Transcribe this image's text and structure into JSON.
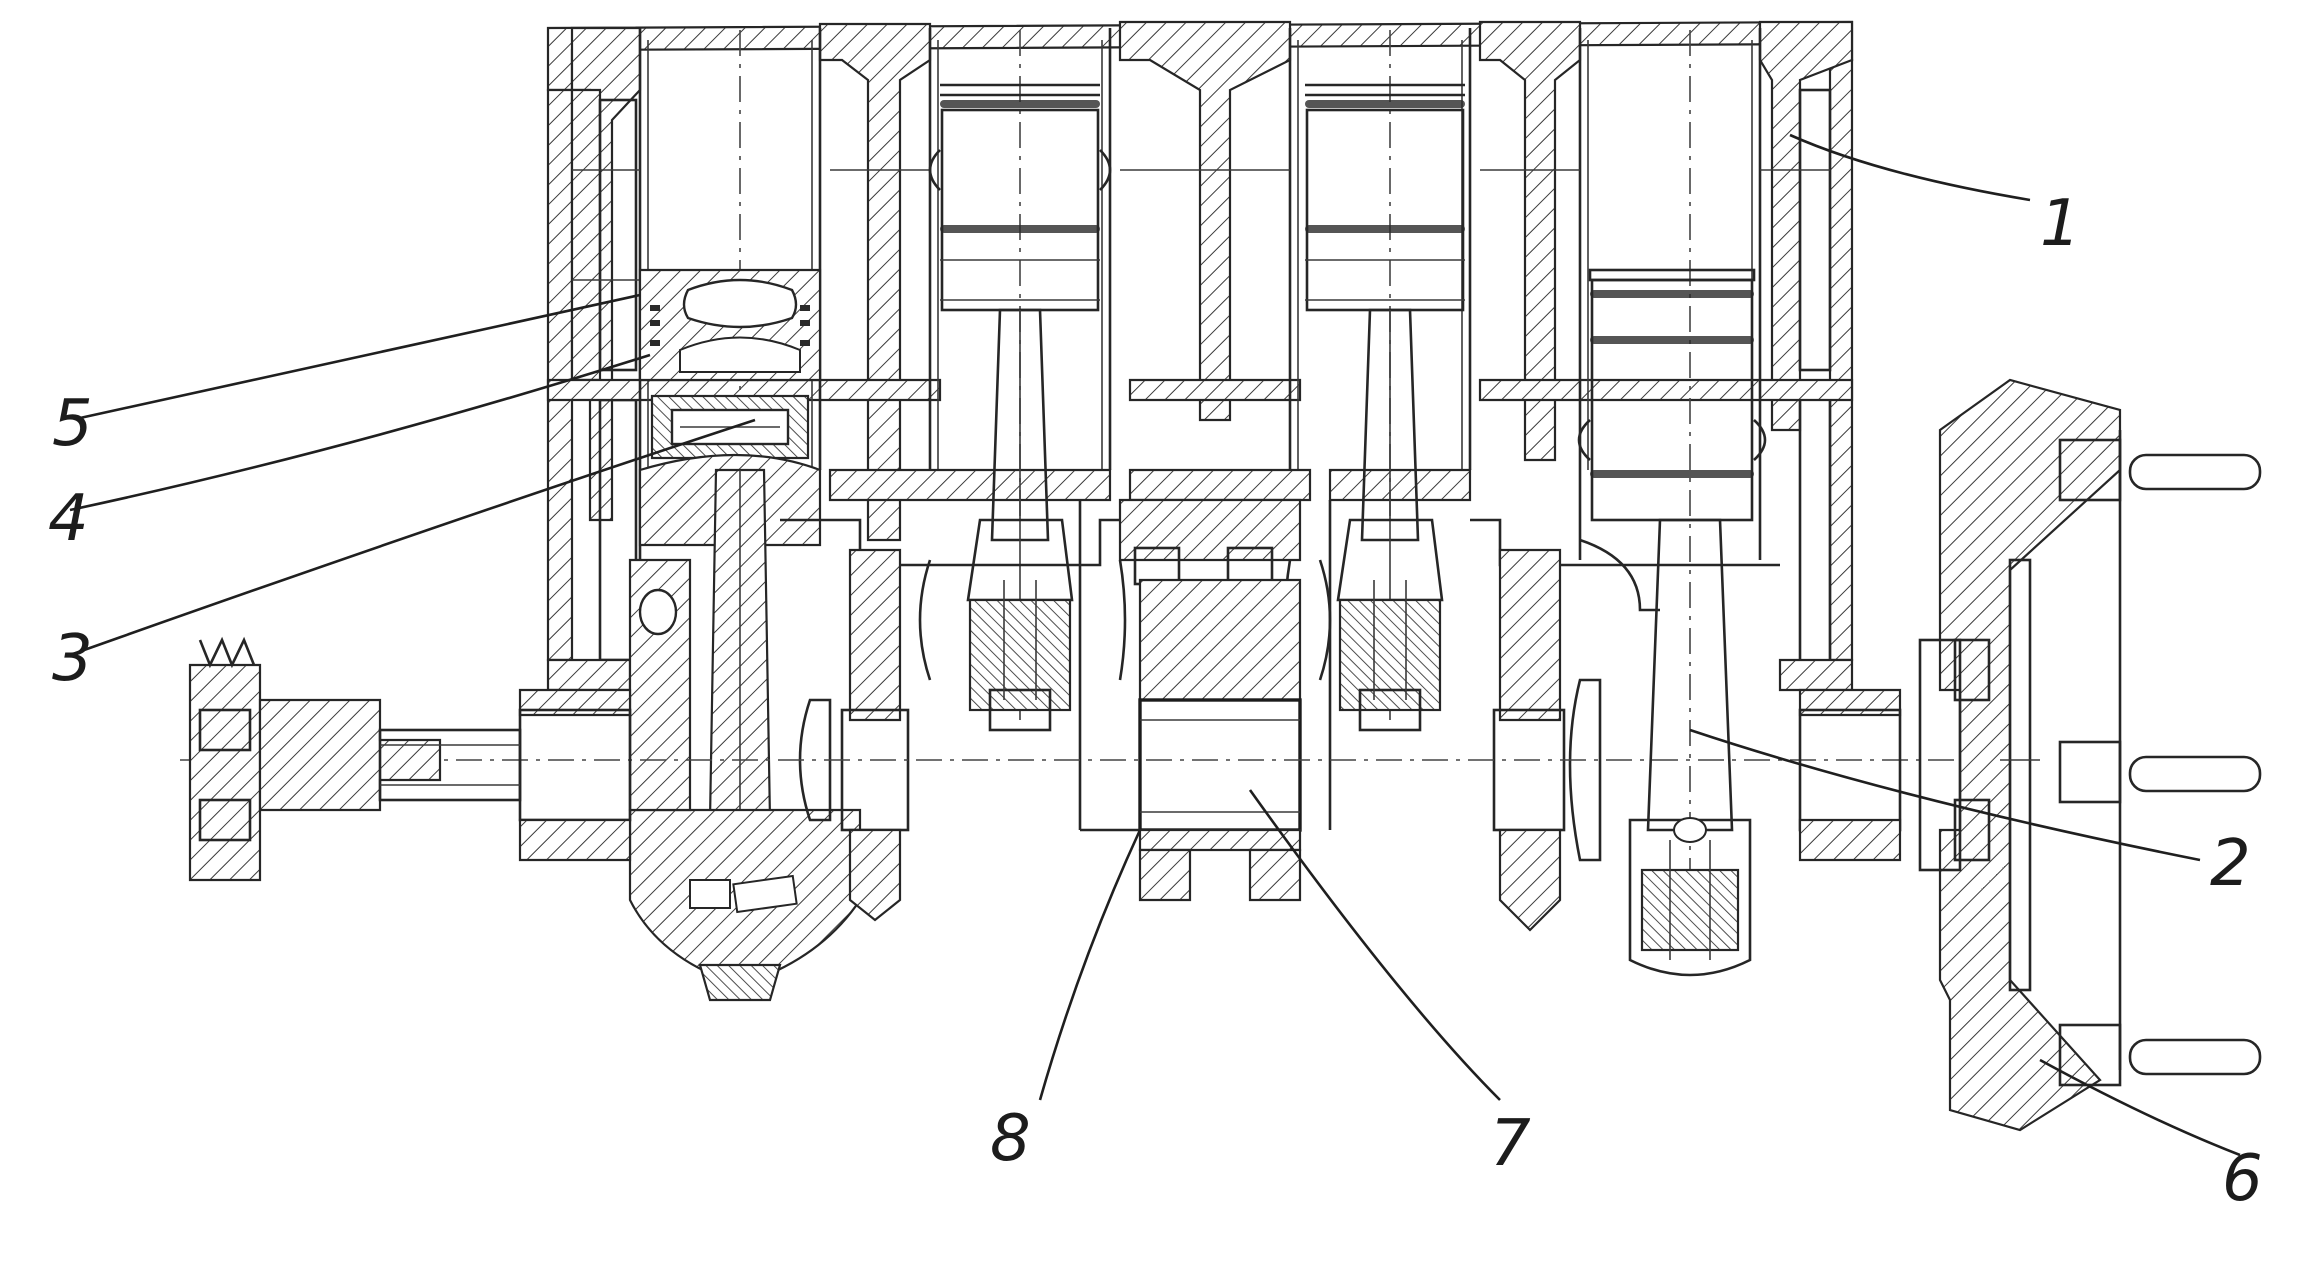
{
  "diagram": {
    "callouts": [
      {
        "id": "1",
        "text": "1"
      },
      {
        "id": "2",
        "text": "2"
      },
      {
        "id": "3",
        "text": "3"
      },
      {
        "id": "4",
        "text": "4"
      },
      {
        "id": "5",
        "text": "5"
      },
      {
        "id": "6",
        "text": "6"
      },
      {
        "id": "7",
        "text": "7"
      },
      {
        "id": "8",
        "text": "8"
      }
    ]
  },
  "colors": {
    "ink": "#262626",
    "paper": "#ffffff"
  }
}
